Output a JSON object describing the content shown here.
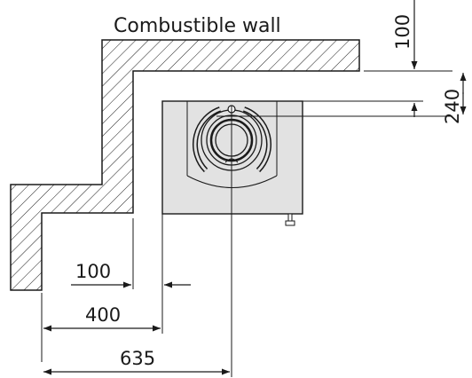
{
  "title": "Combustible wall",
  "dimensions": {
    "wall_gap_top": "100",
    "stove_depth_offset": "240",
    "wall_gap_side": "100",
    "stove_side_offset": "400",
    "centre_offset": "635"
  },
  "colors": {
    "stroke": "#1a1a1a",
    "stove_fill": "#e2e2e2",
    "background": "#ffffff"
  }
}
